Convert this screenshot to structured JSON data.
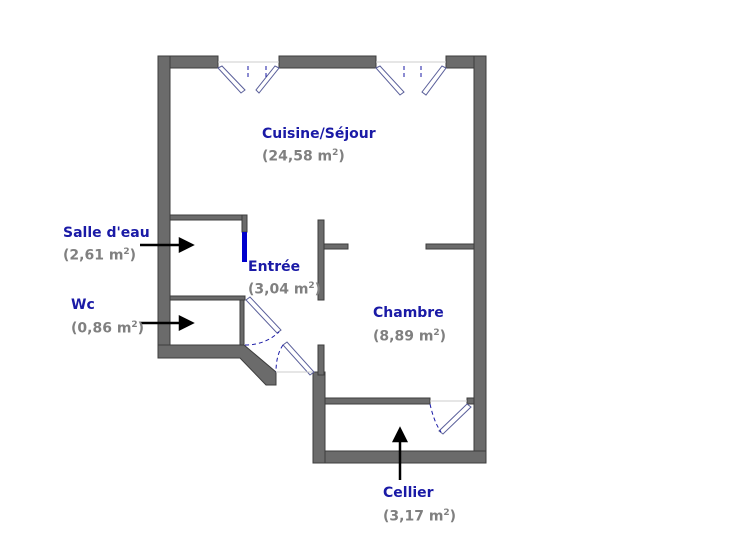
{
  "colors": {
    "wall": "#6b6b6b",
    "wall_edge": "#3c3c3c",
    "label": "#1a1aa6",
    "area": "#808080",
    "window": "#9aa0d0",
    "accent": "#0000cc"
  },
  "rooms": [
    {
      "name": "Cuisine/Séjour",
      "area": "(24,58 m",
      "sup": "2",
      "close": ")"
    },
    {
      "name": "Salle d'eau",
      "area": "(2,61 m",
      "sup": "2",
      "close": ")"
    },
    {
      "name": "Entrée",
      "area": "(3,04 m",
      "sup": "2",
      "close": ")"
    },
    {
      "name": "Wc",
      "area": "(0,86 m",
      "sup": "2",
      "close": ")"
    },
    {
      "name": "Chambre",
      "area": "(8,89 m",
      "sup": "2",
      "close": ")"
    },
    {
      "name": "Cellier",
      "area": "(3,17 m",
      "sup": "2",
      "close": ")"
    }
  ]
}
